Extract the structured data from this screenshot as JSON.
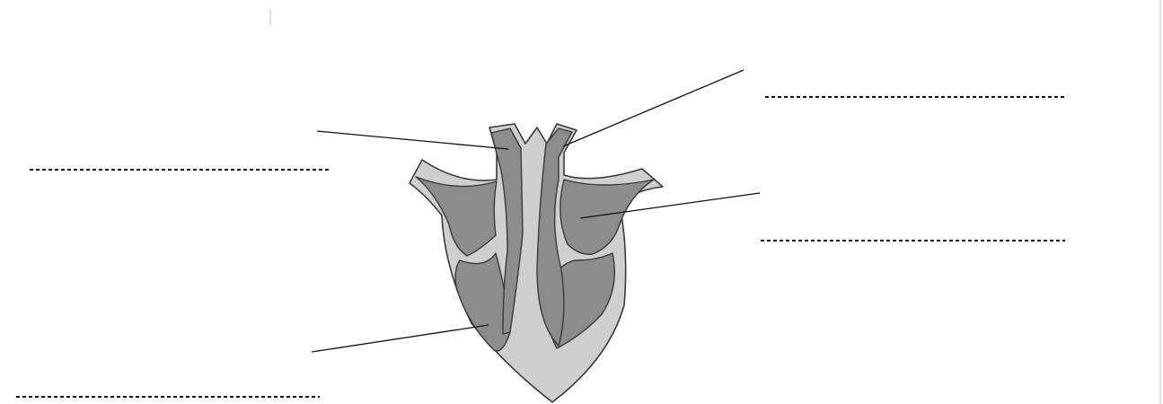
{
  "diagram": {
    "subject": "heart-cross-section",
    "colors": {
      "outer_wall": "#cfcfcf",
      "chambers": "#8c8c8c",
      "outline": "#3a3a3a",
      "lines": "#111111"
    },
    "labels": [
      {
        "id": "label-top-left",
        "answer": ""
      },
      {
        "id": "label-top-right",
        "answer": ""
      },
      {
        "id": "label-mid-right",
        "answer": ""
      },
      {
        "id": "label-bottom-left",
        "answer": ""
      }
    ]
  }
}
